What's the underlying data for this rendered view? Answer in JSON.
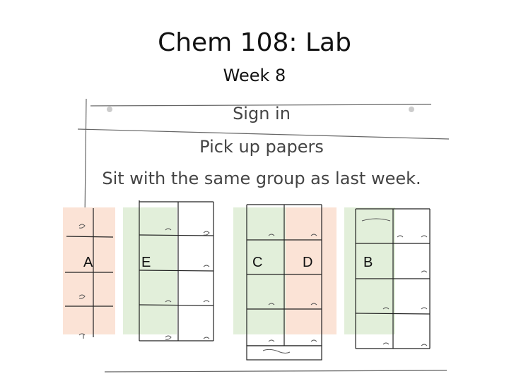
{
  "header": {
    "title": "Chem 108: Lab",
    "subtitle": "Week 8"
  },
  "instructions": [
    "Sign in",
    "Pick up papers",
    "Sit with the same group as last week."
  ],
  "groups": [
    {
      "label": "A",
      "color": "#fbe3d6"
    },
    {
      "label": "E",
      "color": "#e2efda"
    },
    {
      "label": "C",
      "color": "#e2efda"
    },
    {
      "label": "D",
      "color": "#fbe3d6"
    },
    {
      "label": "B",
      "color": "#e2efda"
    }
  ]
}
